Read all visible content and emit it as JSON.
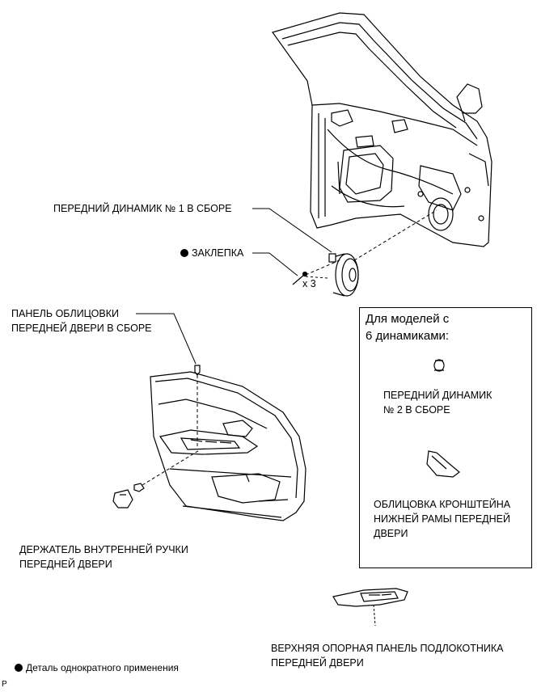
{
  "labels": {
    "speaker1": "ПЕРЕДНИЙ ДИНАМИК № 1 В СБОРЕ",
    "rivet": "ЗАКЛЕПКА",
    "rivet_qty": "x 3",
    "trim_panel_l1": "ПАНЕЛЬ ОБЛИЦОВКИ",
    "trim_panel_l2": "ПЕРЕДНЕЙ ДВЕРИ В СБОРЕ",
    "handle_bezel_l1": "ДЕРЖАТЕЛЬ ВНУТРЕННЕЙ РУЧКИ",
    "handle_bezel_l2": "ПЕРЕДНЕЙ ДВЕРИ",
    "armrest_l1": "ВЕРХНЯЯ ОПОРНАЯ ПАНЕЛЬ ПОДЛОКОТНИКА",
    "armrest_l2": "ПЕРЕДНЕЙ ДВЕРИ"
  },
  "inset": {
    "title_l1": "Для моделей с",
    "title_l2": "6 динамиками:",
    "speaker2_l1": "ПЕРЕДНИЙ ДИНАМИК",
    "speaker2_l2": "№ 2 В СБОРЕ",
    "cover_l1": "ОБЛИЦОВКА КРОНШТЕЙНА",
    "cover_l2": "НИЖНЕЙ РАМЫ ПЕРЕДНЕЙ",
    "cover_l3": "ДВЕРИ"
  },
  "legend": {
    "single_use": "Деталь однократного применения"
  },
  "corner_mark": "P",
  "icons": [
    "filled-dot-icon"
  ]
}
